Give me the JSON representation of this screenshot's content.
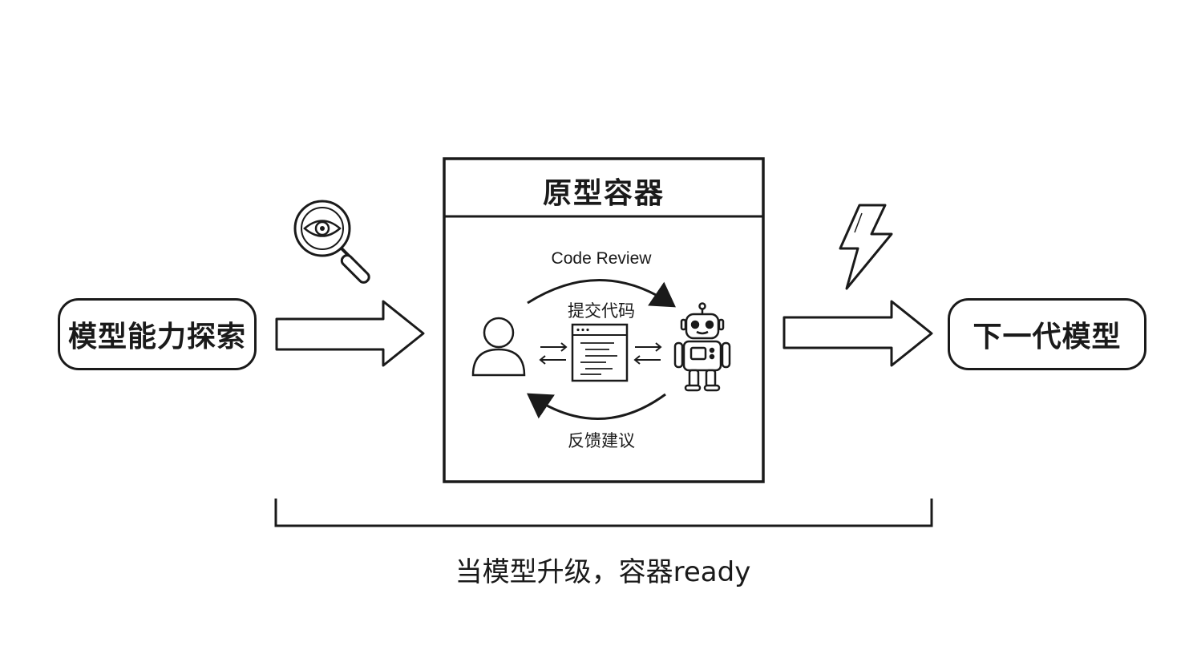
{
  "left_box": {
    "label": "模型能力探索"
  },
  "right_box": {
    "label": "下一代模型"
  },
  "container": {
    "title": "原型容器",
    "top_arc_label": "Code Review",
    "submit_label": "提交代码",
    "feedback_label": "反馈建议"
  },
  "bracket_caption": "当模型升级，容器ready",
  "icons": {
    "magnifier": "magnifier-eye-icon",
    "lightning": "lightning-icon",
    "person": "person-icon",
    "robot": "robot-icon",
    "code_window": "code-window-icon"
  },
  "colors": {
    "ink": "#1a1a1a",
    "background": "#ffffff"
  }
}
